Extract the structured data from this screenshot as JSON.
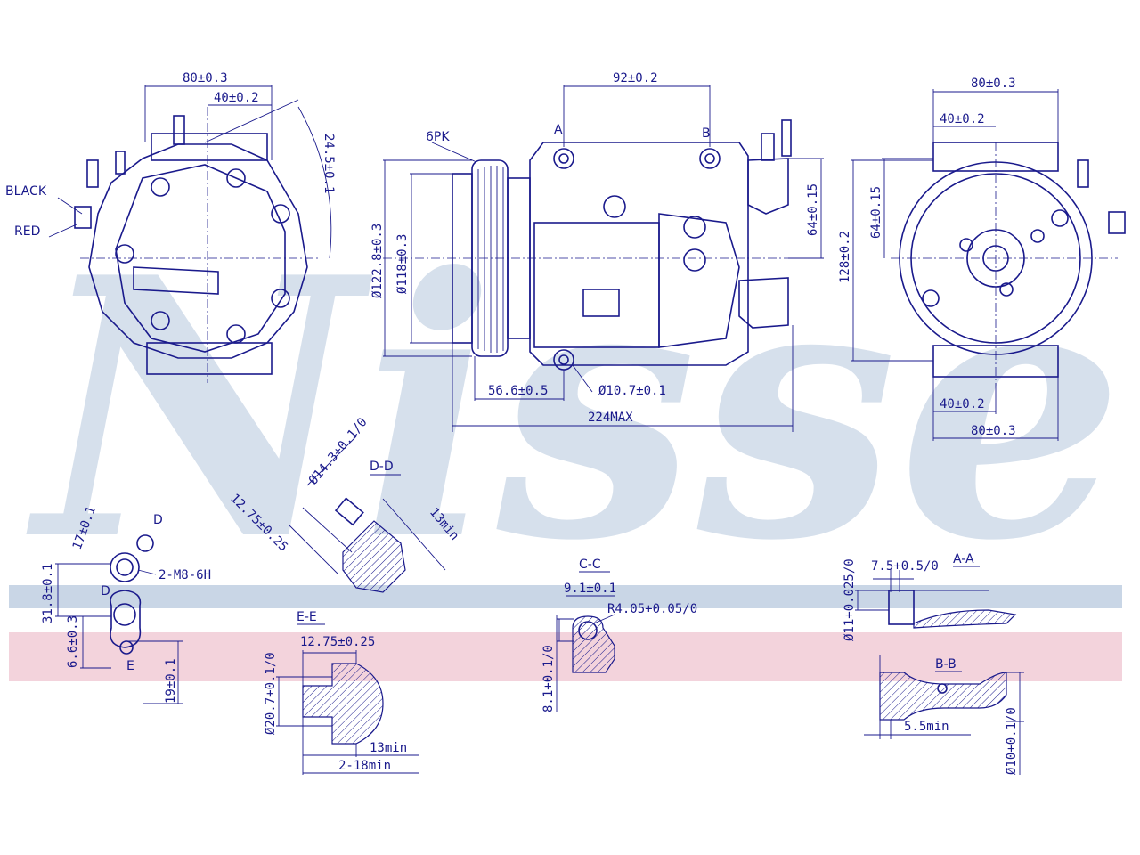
{
  "watermark": "Nissens",
  "colors": {
    "line": "#1a1a8c",
    "watermark": "#c9d6e6",
    "band_blue": "#c9d6e6",
    "band_pink": "#f3d3dc"
  },
  "labels": {
    "black": "BLACK",
    "red": "RED",
    "belt": "6PK",
    "sec_dd": "D-D",
    "sec_ee": "E-E",
    "sec_cc": "C-C",
    "sec_aa": "A-A",
    "sec_bb": "B-B",
    "mark_d1": "D",
    "mark_d2": "D",
    "mark_e": "E",
    "mark_a": "A",
    "mark_b": "B"
  },
  "dims": {
    "left_80": "80±0.3",
    "left_40": "40±0.2",
    "left_24": "24.5±0.1",
    "center_92": "92±0.2",
    "center_dia122": "Ø122.8±0.3",
    "center_dia118": "Ø118±0.3",
    "center_64": "64±0.15",
    "center_56": "56.6±0.5",
    "center_dia10": "Ø10.7±0.1",
    "center_224": "224MAX",
    "right_80_top": "80±0.3",
    "right_40_top": "40±0.2",
    "right_64": "64±0.15",
    "right_128": "128±0.2",
    "right_40_bot": "40±0.2",
    "right_80_bot": "80±0.3",
    "dd_14": "Ø14.3+0.1/0",
    "dd_1275": "12.75±0.25",
    "dd_13": "13min",
    "port_17": "17±0.1",
    "port_m8": "2-M8-6H",
    "port_318": "31.8±0.1",
    "port_66": "6.6±0.3",
    "port_19": "19±0.1",
    "ee_1275": "12.75±0.25",
    "ee_207": "Ø20.7+0.1/0",
    "ee_13": "13min",
    "ee_18": "2-18min",
    "cc_91": "9.1±0.1",
    "cc_r405": "R4.05+0.05/0",
    "cc_81": "8.1+0.1/0",
    "aa_75": "7.5+0.5/0",
    "aa_11": "Ø11+0.025/0",
    "bb_55": "5.5min",
    "bb_10": "Ø10+0.1/0"
  }
}
